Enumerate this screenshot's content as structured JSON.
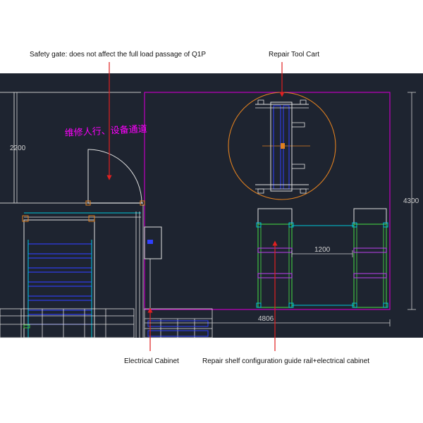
{
  "callouts": {
    "safety_gate": "Safety gate: does not affect the full load passage of Q1P",
    "repair_tool_cart": "Repair Tool Cart",
    "electrical_cabinet": "Electrical Cabinet",
    "repair_shelf": "Repair shelf configuration guide rail+electrical cabinet"
  },
  "drawing": {
    "passage_note": "维修人行、设备通道",
    "dim_left_height": "2200",
    "dim_right_height": "4300",
    "dim_shelf_spacing": "1200",
    "dim_bottom_width": "4806"
  },
  "colors": {
    "background": "#1e2430",
    "room_outline": "#c000c0",
    "annotation_text": "#ff00ff",
    "arrow": "#e02020",
    "dimension": "#d0d0d0",
    "tool_cart_circle": "#e08020",
    "shelf_frame": "#40c040",
    "shelf_beam": "#b040e0",
    "rack_blue": "#3040ff",
    "cyan": "#00c8d8"
  }
}
